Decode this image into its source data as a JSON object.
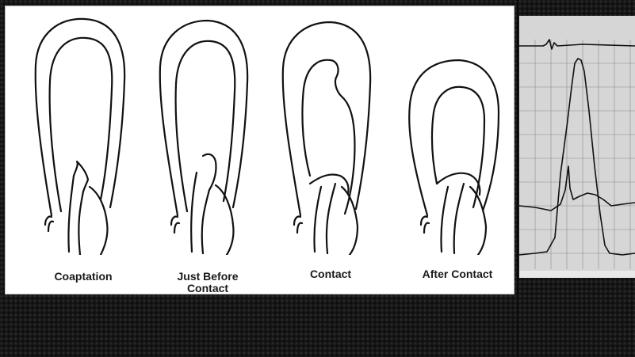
{
  "stages": [
    {
      "label": "Coaptation"
    },
    {
      "label": "Just Before\nContact"
    },
    {
      "label": "Contact"
    },
    {
      "label": "After Contact"
    }
  ],
  "trace": {
    "grid_color": "#8a8a8a",
    "trace_color": "#111111",
    "background": "#d6d6d6"
  }
}
